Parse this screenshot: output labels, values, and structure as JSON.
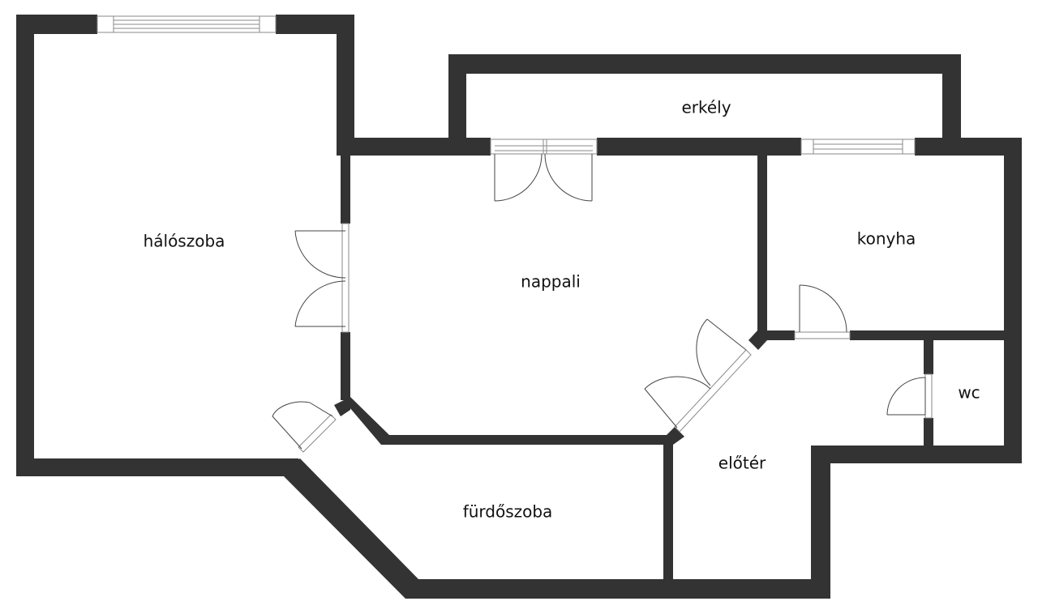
{
  "colors": {
    "wall": "#333333",
    "background": "#ffffff",
    "window": "#8a8a8a"
  },
  "rooms": {
    "haloszoba": "hálószoba",
    "erkely": "erkély",
    "nappali": "nappali",
    "konyha": "konyha",
    "wc": "wc",
    "eloter": "előtér",
    "furdoszoba": "fürdőszoba"
  }
}
